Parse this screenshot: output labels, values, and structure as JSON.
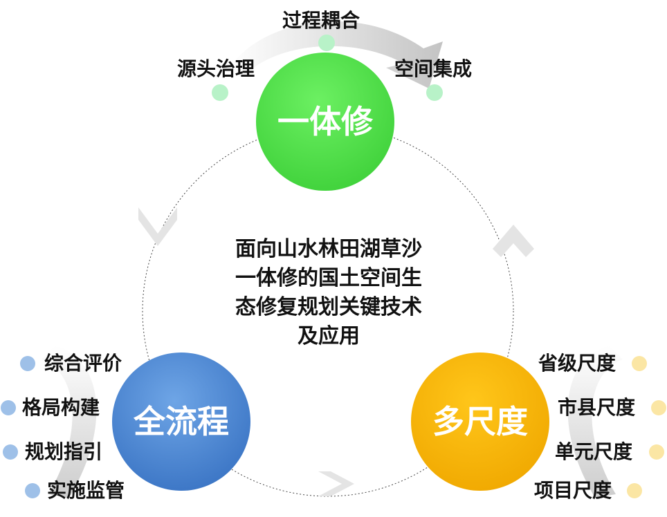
{
  "center": {
    "lines": [
      "面向山水林田湖草沙",
      "一体修的国土空间生",
      "态修复规划关键技术",
      "及应用"
    ]
  },
  "hubs": {
    "top": {
      "label": "一体修",
      "color": "#52e04a"
    },
    "left": {
      "label": "全流程",
      "color": "#4a86d4"
    },
    "right": {
      "label": "多尺度",
      "color": "#f7b800"
    }
  },
  "top_items": [
    "源头治理",
    "过程耦合",
    "空间集成"
  ],
  "left_items": [
    "综合评价",
    "格局构建",
    "规划指引",
    "实施监管"
  ],
  "right_items": [
    "省级尺度",
    "市县尺度",
    "单元尺度",
    "项目尺度"
  ],
  "colors": {
    "top_dot": "#b8f2c8",
    "left_dot": "#9ec0e8",
    "right_dot": "#fbe6a4",
    "arrow": "#d9d9d9"
  }
}
